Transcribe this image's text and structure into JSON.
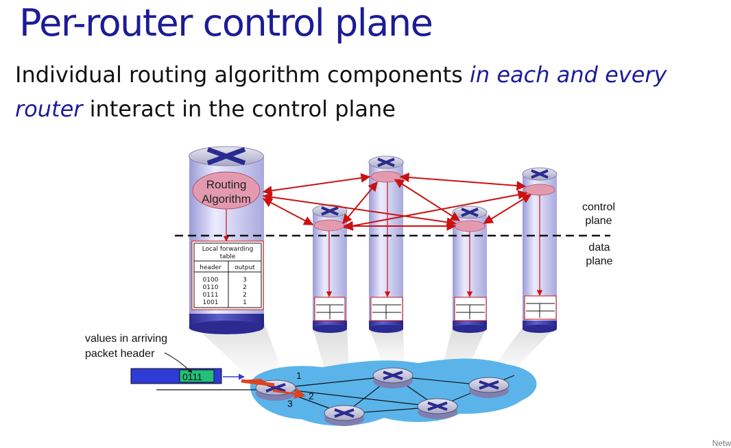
{
  "title": "Per-router control plane",
  "subtitle": {
    "line1_plain": "Individual routing algorithm components ",
    "line1_em": "in each and every",
    "line2_em": "router",
    "line2_plain": " interact in the control plane"
  },
  "labels": {
    "control_plane": "control plane",
    "data_plane": "data plane",
    "routing_algorithm": "Routing Algorithm",
    "arriving_header": "values in arriving packet header",
    "packet_value": "0111"
  },
  "forwarding_table": {
    "title": "Local forwarding table",
    "col_header": "header",
    "col_output": "output",
    "rows": [
      {
        "header": "0100",
        "output": "3"
      },
      {
        "header": "0110",
        "output": "2"
      },
      {
        "header": "0111",
        "output": "2"
      },
      {
        "header": "1001",
        "output": "1"
      }
    ]
  },
  "ports": [
    "1",
    "2",
    "3"
  ],
  "footer": "Netw",
  "colors": {
    "title": "#1c1c96",
    "arrow": "#cc1111",
    "router_body": "#c8c8ee",
    "router_base": "#3a3aaa",
    "network_cloud": "#5ab4ea",
    "routing_oval": "#e39aae",
    "packet_body": "#2f3bd6",
    "packet_field": "#22c07a"
  }
}
